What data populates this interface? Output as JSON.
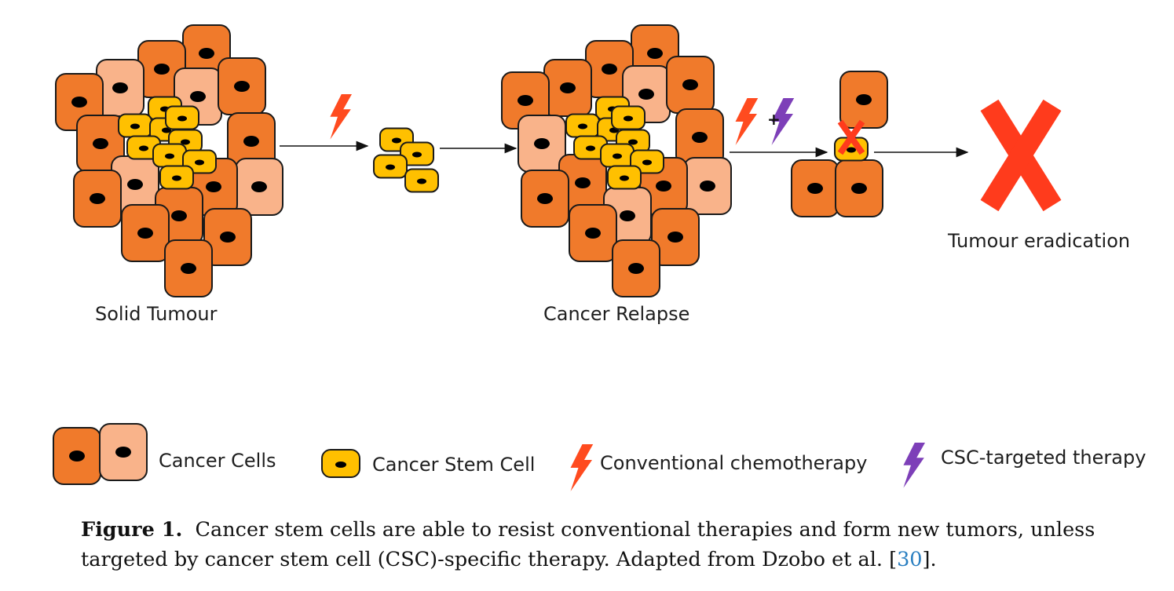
{
  "figure": {
    "stages": {
      "solid_tumour": "Solid Tumour",
      "cancer_relapse": "Cancer Relapse",
      "tumour_eradication": "Tumour eradication"
    },
    "plus_sign": "+",
    "legend": {
      "cancer_cells": "Cancer Cells",
      "cancer_stem_cell": "Cancer Stem Cell",
      "conventional_chemotherapy": "Conventional chemotherapy",
      "csc_targeted_therapy": "CSC-targeted therapy"
    },
    "caption": {
      "label": "Figure 1.",
      "text": "Cancer stem cells are able to resist conventional therapies and form new tumors, unless targeted by cancer stem cell (CSC)-specific therapy. Adapted from Dzobo et al. [",
      "ref": "30",
      "end": "]."
    }
  },
  "colors": {
    "cancer_cell": "#f07a2b",
    "cancer_cell_light": "#f9b38a",
    "stem_cell": "#ffc000",
    "chemo_bolt": "#ff4b1f",
    "csc_bolt": "#7d3fb8",
    "eradication_x": "#ff3b1c"
  }
}
